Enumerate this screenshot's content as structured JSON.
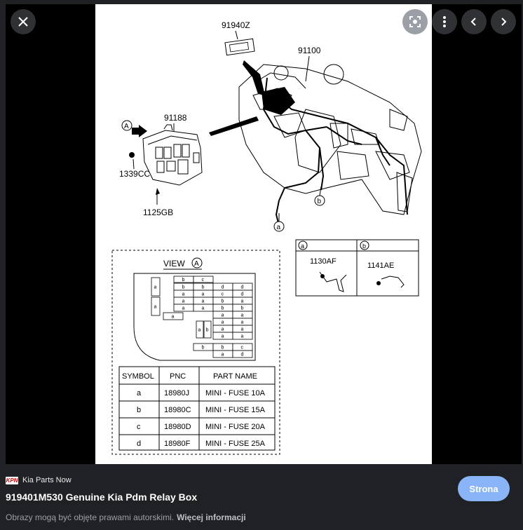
{
  "diagram": {
    "part_numbers": [
      "91940Z",
      "91100",
      "91188",
      "1339CC",
      "1125GB"
    ],
    "callout_A": "A",
    "callout_a": "a",
    "callout_b": "b",
    "view_label": "VIEW",
    "detail_a": {
      "letter": "a",
      "part": "1130AF"
    },
    "detail_b": {
      "letter": "b",
      "part": "1141AE"
    },
    "fuse_grid": {
      "left_col": [
        "a",
        "a"
      ],
      "top_row": [
        "b",
        "c"
      ],
      "rows": [
        [
          "b",
          "b",
          "d",
          "d"
        ],
        [
          "a",
          "a",
          "c",
          "d"
        ],
        [
          "a",
          "a",
          "b",
          "a"
        ],
        [
          "a",
          "a",
          "b",
          "b"
        ]
      ],
      "stray": [
        "a"
      ],
      "middle_pair": [
        "a",
        "b"
      ],
      "right_col": [
        "a",
        "a",
        "a",
        "a"
      ],
      "bottom_row": [
        "b",
        "b",
        "c"
      ],
      "last": [
        "a",
        "d"
      ]
    },
    "table": {
      "headers": [
        "SYMBOL",
        "PNC",
        "PART NAME"
      ],
      "rows": [
        [
          "a",
          "18980J",
          "MINI - FUSE 10A"
        ],
        [
          "b",
          "18980C",
          "MINI - FUSE 15A"
        ],
        [
          "c",
          "18980D",
          "MINI - FUSE 20A"
        ],
        [
          "d",
          "18980F",
          "MINI - FUSE 25A"
        ]
      ]
    }
  },
  "controls": {
    "close": "close-icon",
    "lens": "lens-icon",
    "more": "more-vert-icon",
    "prev": "chevron-left-icon",
    "next": "chevron-right-icon"
  },
  "info": {
    "favicon_text": "KPN",
    "source": "Kia Parts Now",
    "title": "919401M530 Genuine Kia Pdm Relay Box",
    "copyright": "Obrazy mogą być objęte prawami autorskimi.",
    "more_info": "Więcej informacji",
    "visit_button": "Strona"
  },
  "colors": {
    "background": "#202124",
    "viewer": "#000000",
    "accent": "#8ab4f8"
  }
}
